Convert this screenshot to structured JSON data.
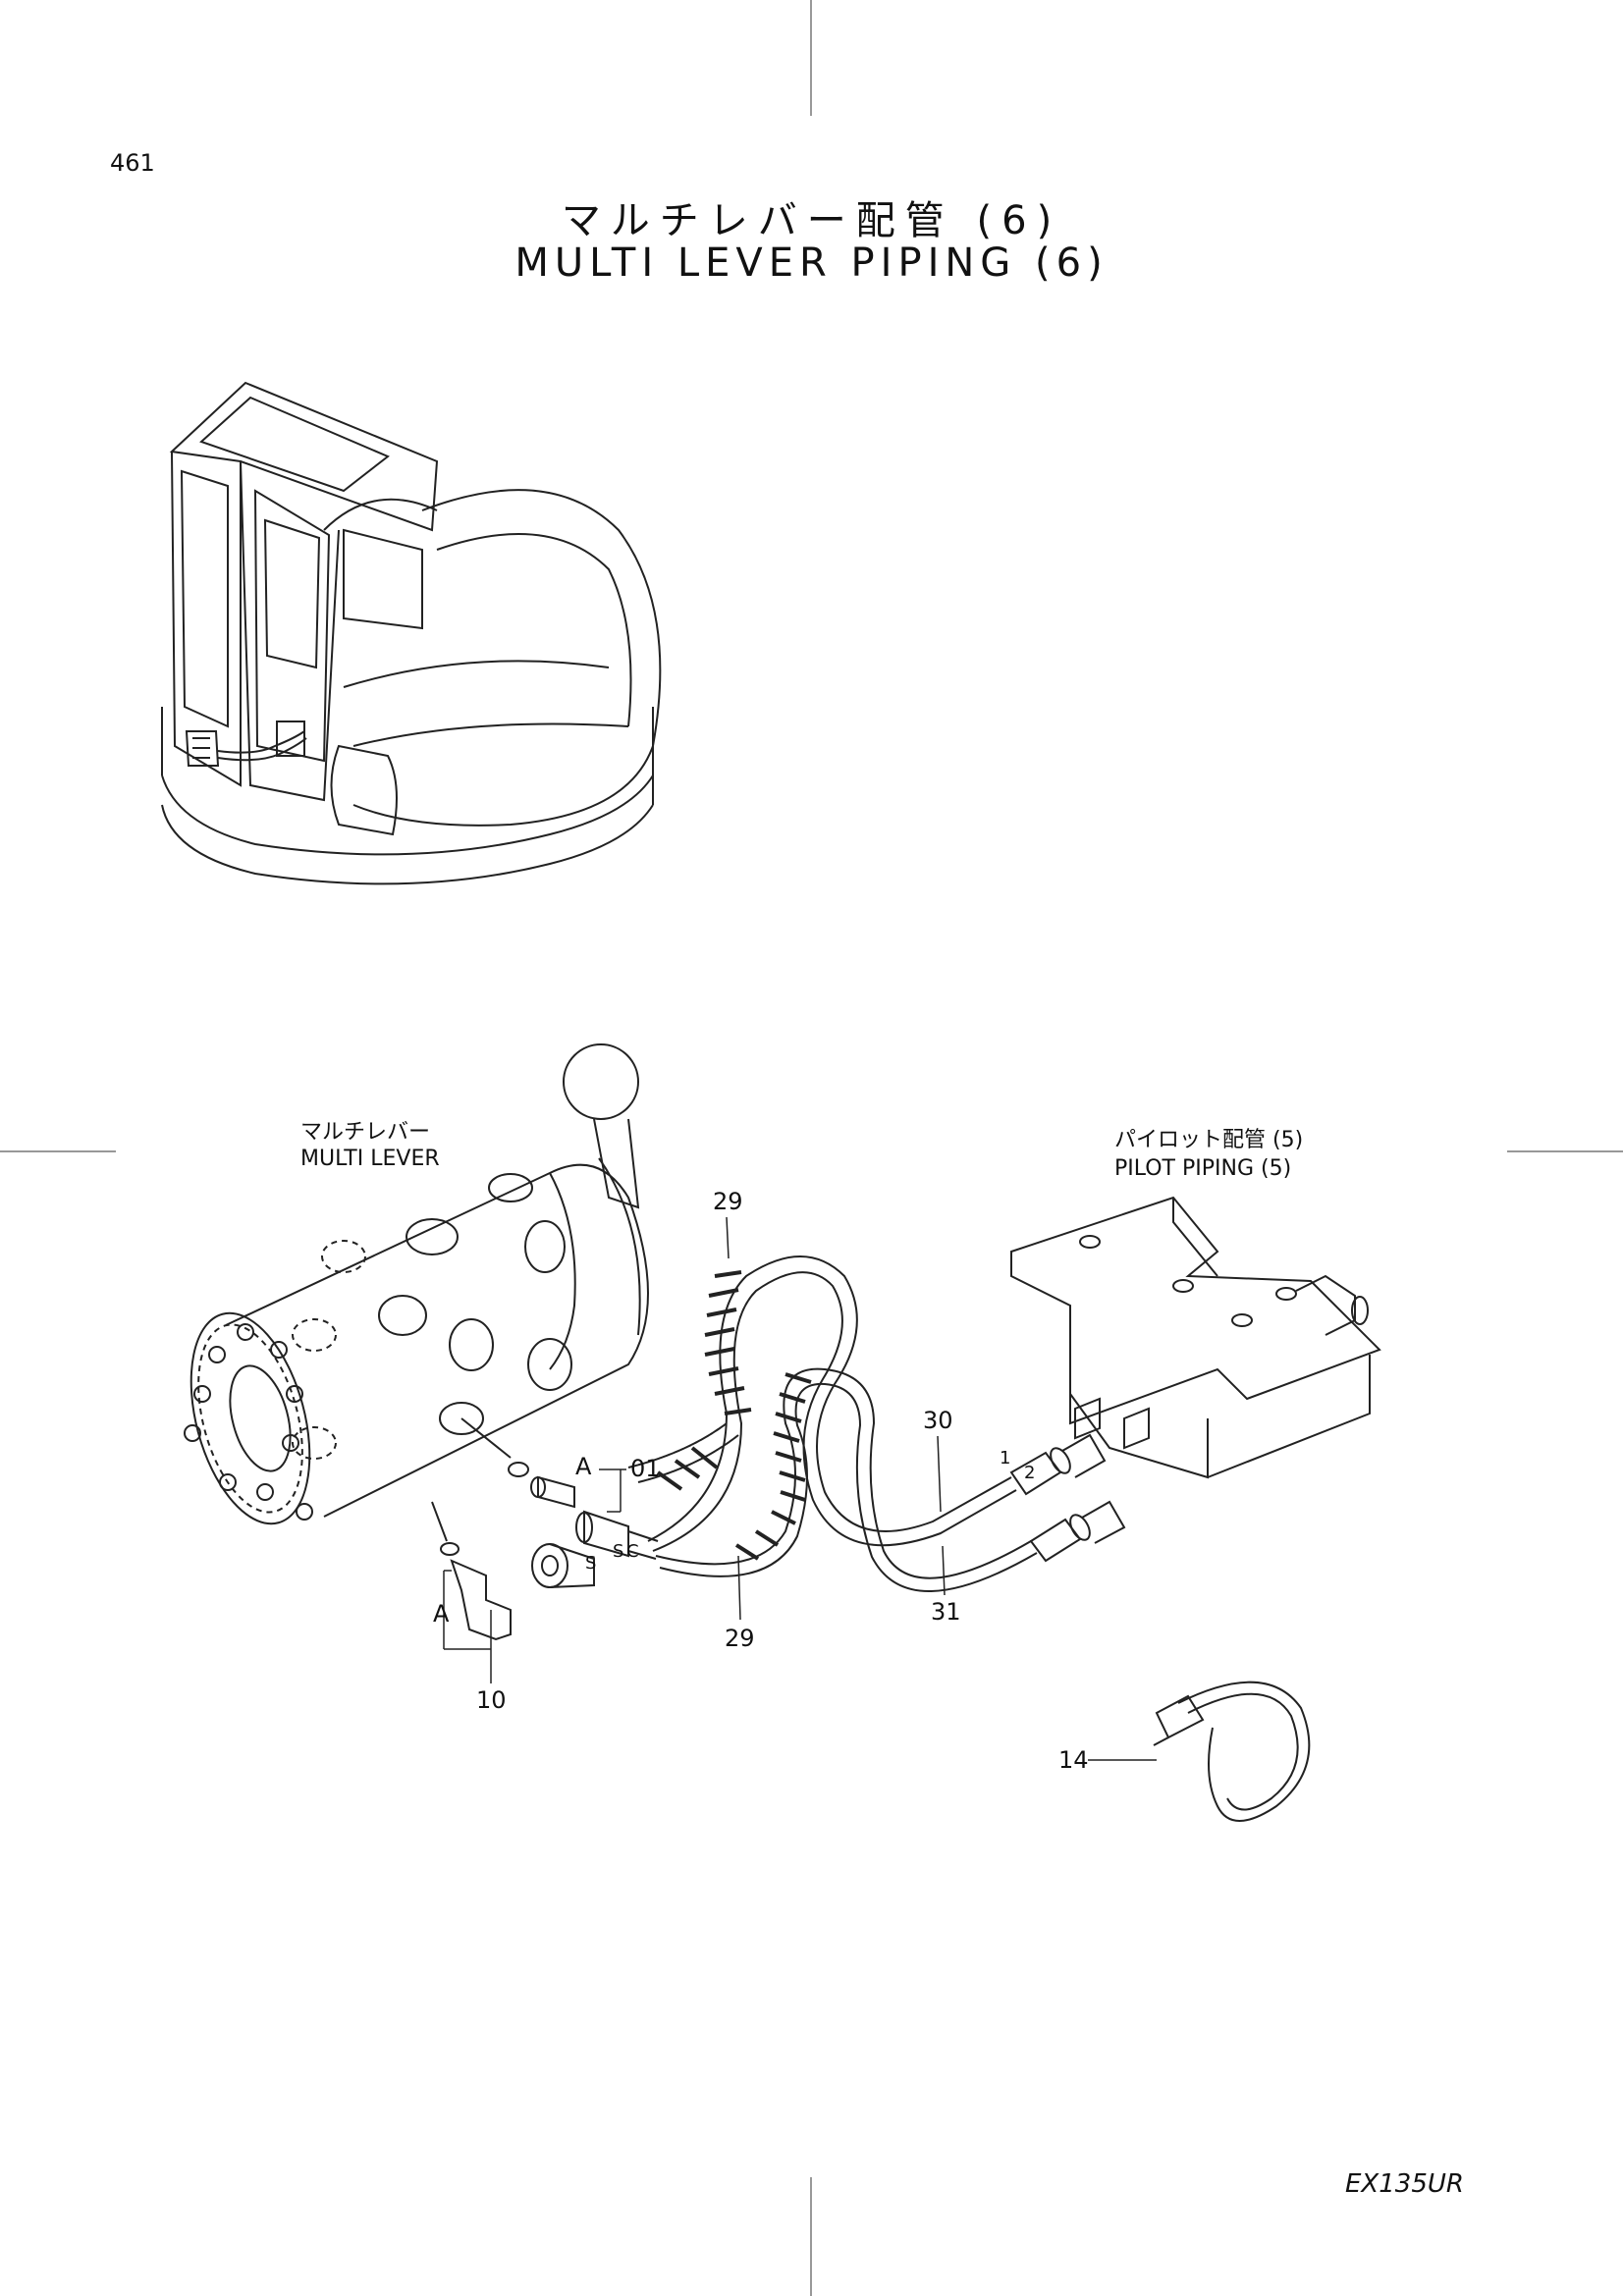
{
  "page_number": "461",
  "title_jp": "マルチレバー配管 (6)",
  "title_en": "MULTI LEVER PIPING (6)",
  "labels": {
    "multi_lever_jp": "マルチレバー",
    "multi_lever_en": "MULTI LEVER",
    "pilot_piping_jp": "パイロット配管 (5)",
    "pilot_piping_en": "PILOT PIPING (5)"
  },
  "callouts": [
    "29",
    "30",
    "31",
    "29",
    "01",
    "10",
    "14"
  ],
  "markers": {
    "a1": "A",
    "a2": "A",
    "s1": "S",
    "s2": "S",
    "c": "C",
    "p1": "1",
    "p2": "2"
  },
  "model": "EX135UR"
}
